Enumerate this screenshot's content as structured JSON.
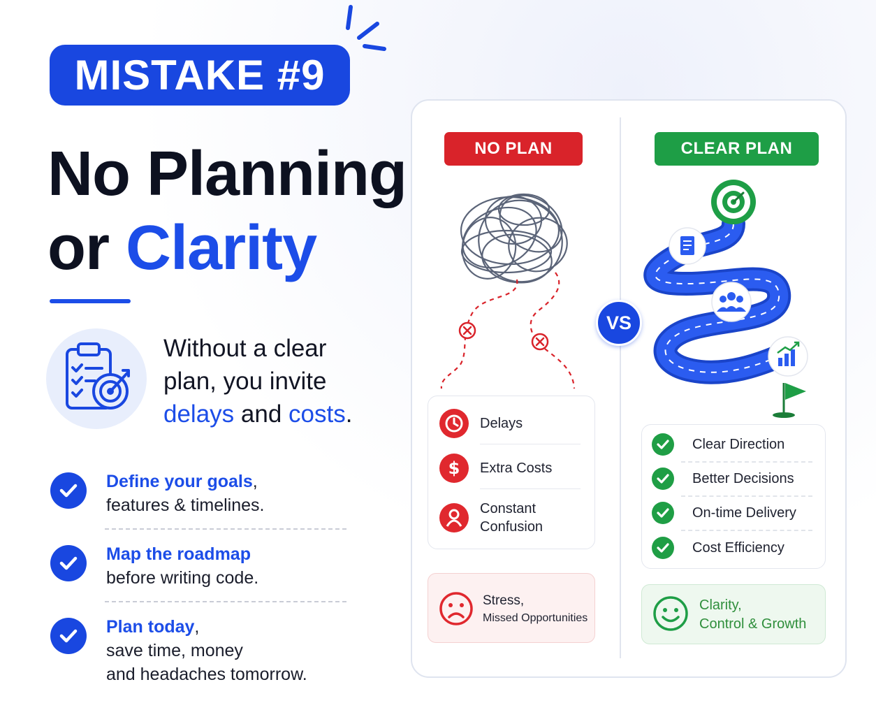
{
  "badge": {
    "text": "MISTAKE #9"
  },
  "title": {
    "line1": "No Planning",
    "line2_plain": "or ",
    "line2_accent": "Clarity"
  },
  "intro": {
    "line1": "Without a clear",
    "line2": "plan, you invite",
    "hl1": "delays",
    "mid": " and ",
    "hl2": "costs",
    "end": "."
  },
  "points": [
    {
      "lead": "Define your goals",
      "lead_suffix": ",",
      "rest": [
        "features & timelines."
      ]
    },
    {
      "lead": "Map the roadmap",
      "lead_suffix": "",
      "rest": [
        "before writing code."
      ]
    },
    {
      "lead": "Plan today",
      "lead_suffix": ",",
      "rest": [
        "save time, money",
        "and headaches tomorrow."
      ]
    }
  ],
  "no_plan": {
    "tag": "NO PLAN",
    "items": [
      {
        "icon": "clock-icon",
        "label": "Delays"
      },
      {
        "icon": "dollar-icon",
        "label": "Extra Costs"
      },
      {
        "icon": "person-icon",
        "label": "Constant\nConfusion",
        "label_line1": "Constant",
        "label_line2": "Confusion"
      }
    ],
    "result": {
      "icon": "sad-face-icon",
      "line1": "Stress,",
      "line2": "Missed Opportunities"
    }
  },
  "vs": "VS",
  "clear_plan": {
    "tag": "CLEAR PLAN",
    "items": [
      {
        "icon": "check-icon",
        "label": "Clear Direction"
      },
      {
        "icon": "check-icon",
        "label": "Better Decisions"
      },
      {
        "icon": "check-icon",
        "label": "On-time Delivery"
      },
      {
        "icon": "check-icon",
        "label": "Cost Efficiency"
      }
    ],
    "result": {
      "icon": "smile-face-icon",
      "line1": "Clarity,",
      "line2": "Control & Growth"
    }
  },
  "colors": {
    "brand_blue": "#1947e0",
    "red": "#d9232a",
    "green": "#1e9e46"
  }
}
